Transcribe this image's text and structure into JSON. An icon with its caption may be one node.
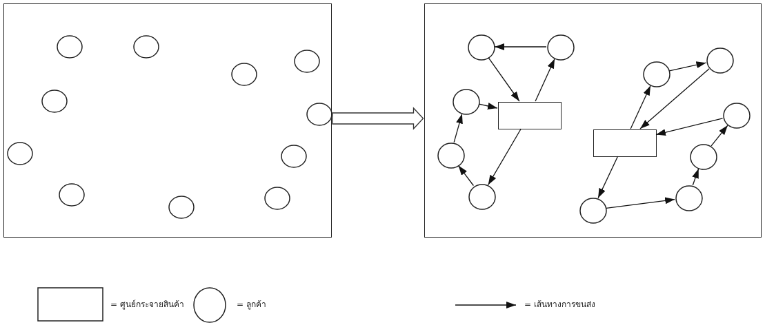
{
  "diagram": {
    "nodes": [
      {
        "text": [],
        "shape": "box"
      },
      {
        "text": [],
        "shape": "ellipse",
        "in": 0
      },
      {
        "text": [],
        "shape": "ellipse",
        "in": 0
      },
      {
        "text": [],
        "shape": "ellipse",
        "in": 0
      },
      {
        "text": [],
        "shape": "ellipse",
        "in": 0
      },
      {
        "text": [],
        "shape": "ellipse",
        "in": 0
      },
      {
        "text": [],
        "shape": "ellipse",
        "in": 0
      },
      {
        "text": [],
        "shape": "ellipse",
        "in": 0
      },
      {
        "text": [],
        "shape": "ellipse",
        "in": 0
      },
      {
        "text": [],
        "shape": "ellipse",
        "in": 0
      },
      {
        "text": [],
        "shape": "ellipse",
        "in": 0
      },
      {
        "text": [],
        "shape": "ellipse",
        "in": 0
      },
      {
        "text": [],
        "shape": "box"
      },
      {
        "text": [],
        "shape": "ellipse",
        "in": 12
      },
      {
        "text": [],
        "shape": "ellipse",
        "in": 12
      },
      {
        "text": [],
        "shape": "ellipse",
        "in": 12
      },
      {
        "text": [],
        "shape": "ellipse",
        "in": 12
      },
      {
        "text": [],
        "shape": "ellipse",
        "in": 12
      },
      {
        "text": [],
        "shape": "box",
        "in": 12
      },
      {
        "text": [],
        "shape": "ellipse",
        "in": 12
      },
      {
        "text": [],
        "shape": "box",
        "in": 12
      },
      {
        "text": [],
        "shape": "ellipse",
        "in": 12
      },
      {
        "text": [],
        "shape": "ellipse",
        "in": 12
      },
      {
        "text": [],
        "shape": "ellipse",
        "in": 12
      },
      {
        "text": [],
        "shape": "ellipse",
        "in": 12
      },
      {
        "text": [],
        "shape": "ellipse",
        "in": 12
      }
    ],
    "edges": [
      {
        "from": 0,
        "to": 12,
        "arrow": "to"
      },
      {
        "from": 18,
        "to": 14,
        "arrow": "to"
      },
      {
        "from": 14,
        "to": 13,
        "arrow": "to"
      },
      {
        "from": 13,
        "to": 18,
        "arrow": "to"
      },
      {
        "from": 18,
        "to": 23,
        "arrow": "to"
      },
      {
        "from": 23,
        "to": 21,
        "arrow": "to"
      },
      {
        "from": 21,
        "to": 17,
        "arrow": "to"
      },
      {
        "from": 17,
        "to": 18,
        "arrow": "to"
      },
      {
        "from": 20,
        "to": 16,
        "arrow": "to"
      },
      {
        "from": 16,
        "to": 15,
        "arrow": "to"
      },
      {
        "from": 15,
        "to": 20,
        "arrow": "to"
      },
      {
        "from": 20,
        "to": 25,
        "arrow": "to"
      },
      {
        "from": 25,
        "to": 24,
        "arrow": "to"
      },
      {
        "from": 24,
        "to": 22,
        "arrow": "to"
      },
      {
        "from": 22,
        "to": 19,
        "arrow": "to"
      },
      {
        "from": 19,
        "to": 20,
        "arrow": "to"
      }
    ],
    "legend": [
      {
        "text": "= ศูนย์กระจายสินค้า"
      },
      {
        "text": "= ลูกค้า"
      },
      {
        "text": "= เส้นทางการขนส่ง"
      }
    ]
  }
}
